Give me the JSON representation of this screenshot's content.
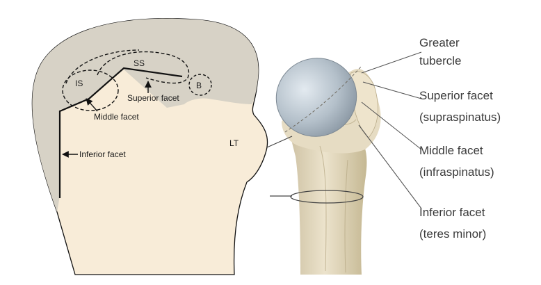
{
  "left": {
    "regions": {
      "ss": "SS",
      "is": "IS",
      "b": "B",
      "lt": "LT"
    },
    "labels": {
      "superior_facet": "Superior facet",
      "middle_facet": "Middle facet",
      "inferior_facet": "Inferior facet"
    },
    "colors": {
      "bone": "#f8ecd8",
      "head": "#d7d2c6",
      "outline": "#111111"
    }
  },
  "right": {
    "labels": [
      {
        "line1": "Greater",
        "line2": "tubercle"
      },
      {
        "line1": "Superior facet",
        "line2": "(supraspinatus)"
      },
      {
        "line1": "Middle facet",
        "line2": "(infraspinatus)"
      },
      {
        "line1": "Inferior facet",
        "line2": "(teres minor)"
      }
    ],
    "colors": {
      "bone": "#e6dcc3",
      "cartilage": "#b4c0ca",
      "leader": "#555555"
    }
  }
}
